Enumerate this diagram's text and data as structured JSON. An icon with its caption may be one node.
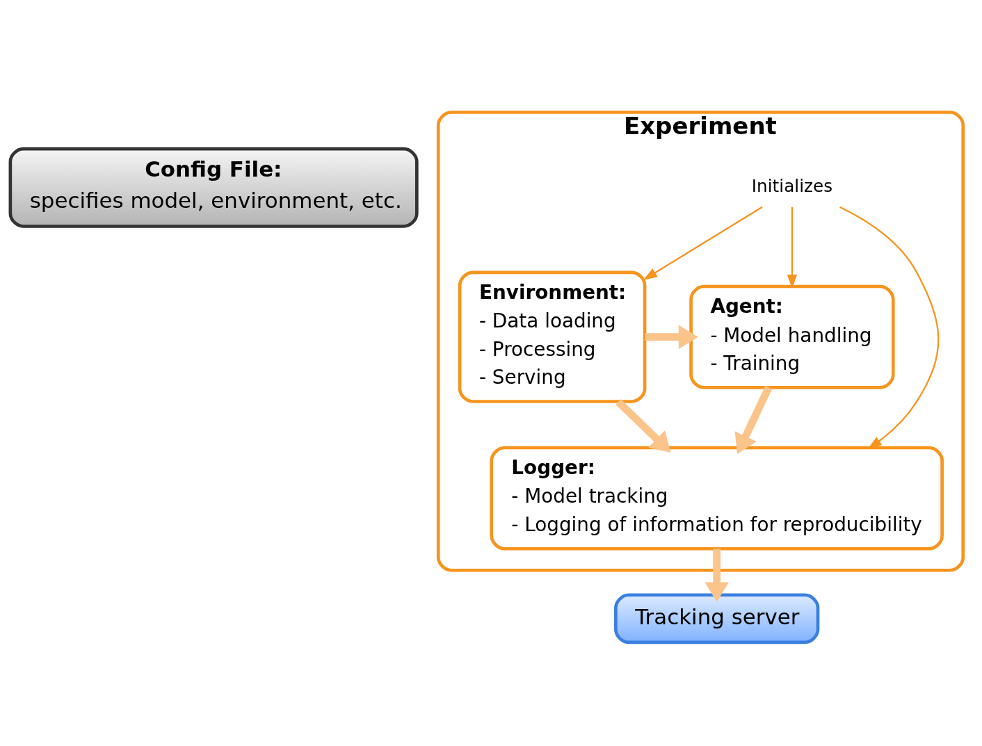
{
  "diagram": {
    "nodes": [
      {
        "text": [
          "Config File:",
          "specifies model, environment, etc."
        ]
      },
      {
        "text": [
          "Experiment"
        ]
      },
      {
        "text": [
          "Initializes"
        ],
        "in": 1
      },
      {
        "text": [
          "Environment:",
          "- Data loading",
          "- Processing",
          "- Serving"
        ],
        "in": 1
      },
      {
        "text": [
          "Agent:",
          "- Model handling",
          "- Training"
        ],
        "in": 1
      },
      {
        "text": [
          "Logger:",
          "- Model tracking",
          "- Logging of information for reproducibility"
        ],
        "in": 1
      },
      {
        "text": [
          "Tracking server"
        ]
      }
    ],
    "edges": [
      {
        "from": 2,
        "to": 3,
        "arrow": "to",
        "color": "#f7941d"
      },
      {
        "from": 2,
        "to": 4,
        "arrow": "to",
        "color": "#f7941d"
      },
      {
        "from": 2,
        "to": 5,
        "arrow": "to",
        "color": "#f7941d"
      },
      {
        "from": 3,
        "to": 4,
        "arrow": "to"
      },
      {
        "from": 3,
        "to": 5,
        "arrow": "to"
      },
      {
        "from": 4,
        "to": 5,
        "arrow": "to"
      },
      {
        "from": 5,
        "to": 6,
        "arrow": "to"
      }
    ]
  }
}
